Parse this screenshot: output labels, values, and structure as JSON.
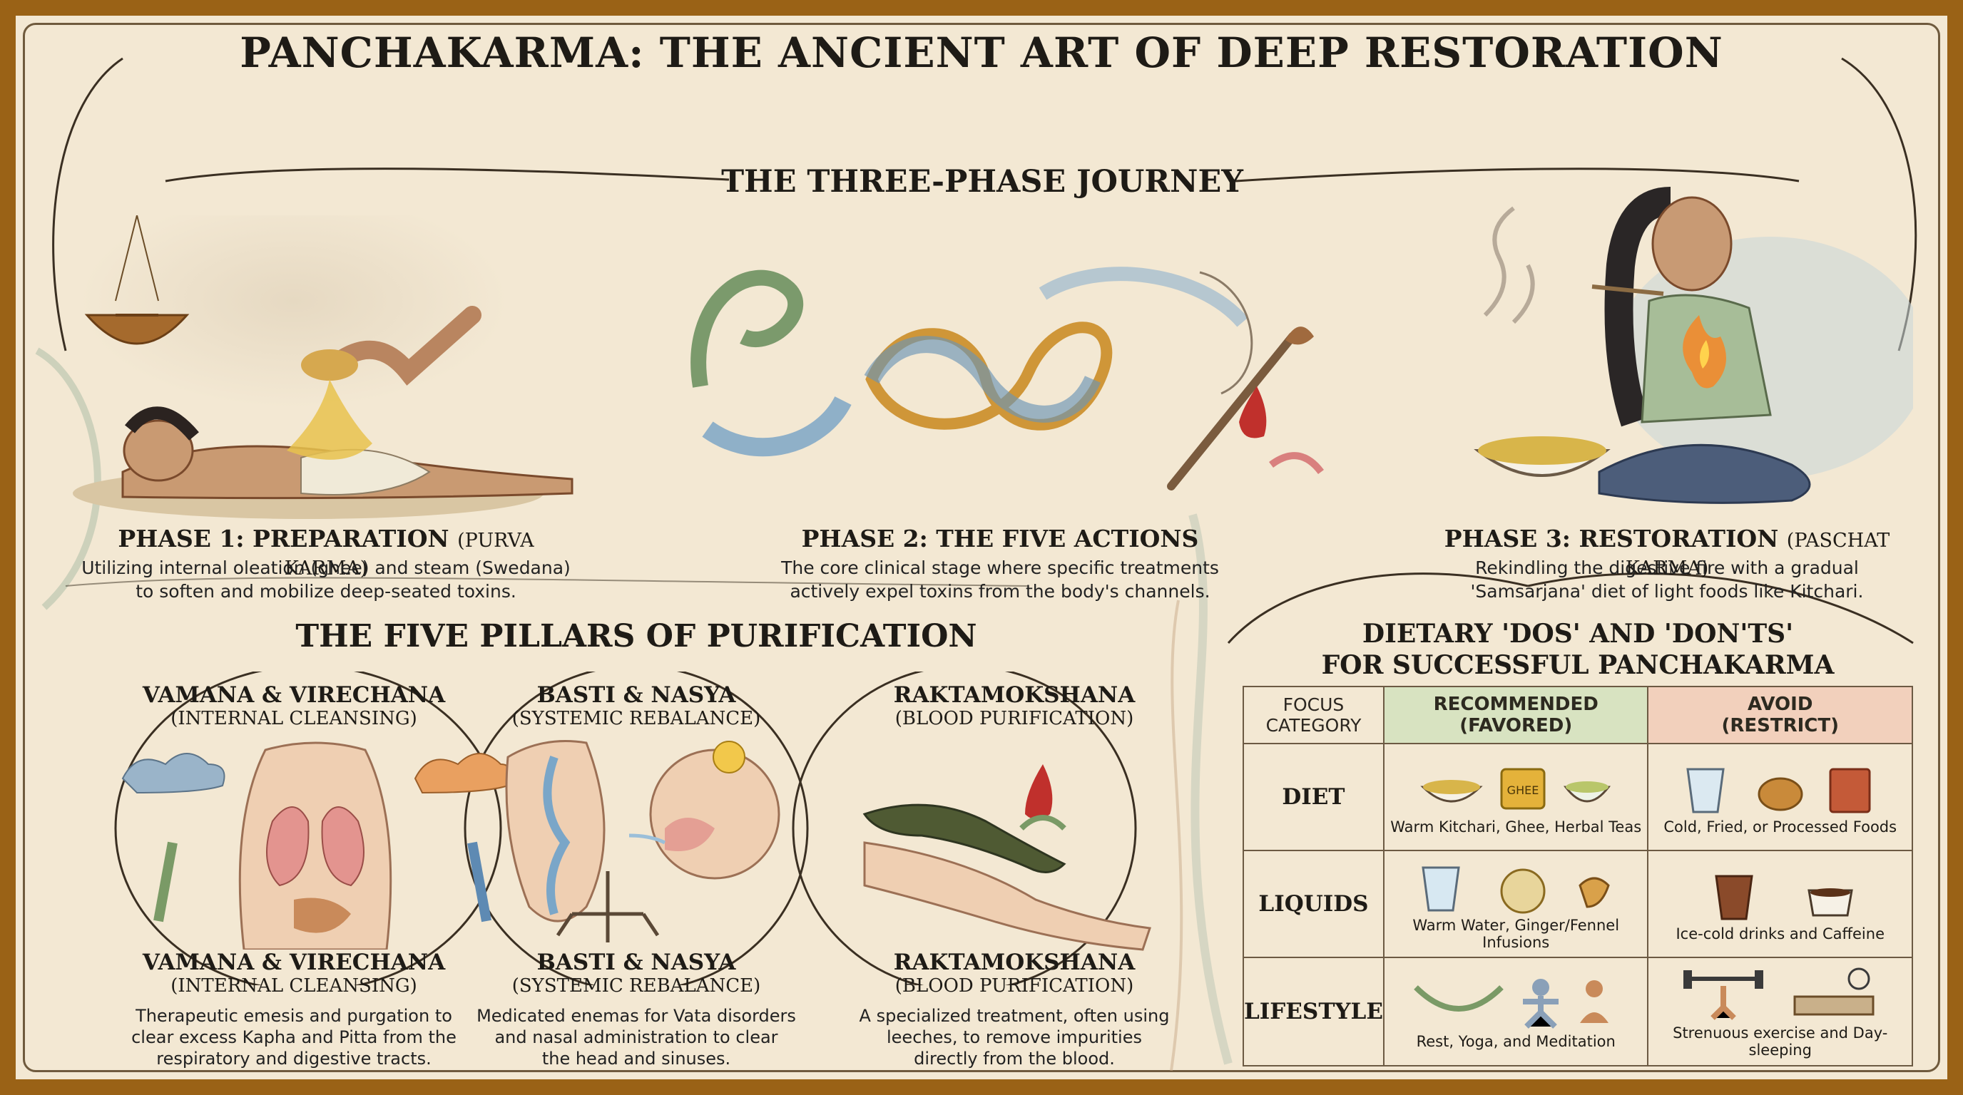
{
  "title": "PANCHAKARMA: THE ANCIENT ART OF DEEP RESTORATION",
  "journey_heading": "THE THREE-PHASE JOURNEY",
  "phases": [
    {
      "title": "PHASE 1: PREPARATION",
      "subtitle": "(PURVA KARMA)",
      "text": [
        "Utilizing internal oleation (ghee) and steam (Swedana)",
        "to soften and mobilize deep-seated toxins."
      ]
    },
    {
      "title": "PHASE 2: THE FIVE ACTIONS",
      "subtitle": "",
      "text": [
        "The core clinical stage where specific treatments",
        "actively expel toxins from the body's channels."
      ]
    },
    {
      "title": "PHASE 3: RESTORATION",
      "subtitle": "(PASCHAT KARMA)",
      "text": [
        "Rekindling the digestive fire with a gradual",
        "'Samsarjana' diet of light foods like Kitchari."
      ]
    }
  ],
  "pillars_heading": "THE FIVE PILLARS OF PURIFICATION",
  "pillars": [
    {
      "name": "VAMANA & VIRECHANA",
      "sub": "(INTERNAL CLEANSING)",
      "text": [
        "Therapeutic emesis and purgation to",
        "clear excess Kapha and Pitta from the",
        "respiratory and digestive tracts."
      ]
    },
    {
      "name": "BASTI & NASYA",
      "sub": "(SYSTEMIC REBALANCE)",
      "text": [
        "Medicated enemas for Vata disorders",
        "and nasal administration to clear",
        "the head and sinuses."
      ]
    },
    {
      "name": "RAKTAMOKSHANA",
      "sub": "(BLOOD PURIFICATION)",
      "text": [
        "A specialized treatment, often using",
        "leeches, to remove impurities",
        "directly from the blood."
      ]
    }
  ],
  "diet_heading": [
    "DIETARY 'DOS' AND 'DON'TS'",
    "FOR SUCCESSFUL PANCHAKARMA"
  ],
  "table": {
    "head": {
      "focus": [
        "FOCUS",
        "CATEGORY"
      ],
      "rec": [
        "RECOMMENDED",
        "(FAVORED)"
      ],
      "avoid": [
        "AVOID",
        "(RESTRICT)"
      ]
    },
    "rows": [
      {
        "cat": "DIET",
        "rec": "Warm Kitchari, Ghee, Herbal Teas",
        "avoid": "Cold, Fried, or Processed Foods",
        "ghee_label": "GHEE"
      },
      {
        "cat": "LIQUIDS",
        "rec": "Warm Water, Ginger/Fennel Infusions",
        "avoid": "Ice-cold drinks and Caffeine"
      },
      {
        "cat": "LIFESTYLE",
        "rec": "Rest, Yoga, and Meditation",
        "avoid": "Strenuous exercise and Day-sleeping"
      }
    ]
  },
  "colors": {
    "frame": "#9a6216",
    "parchment": "#f3e8d3",
    "ink": "#1e1b16",
    "rec": "#d8e3c1",
    "avoid": "#f2d0bc"
  }
}
